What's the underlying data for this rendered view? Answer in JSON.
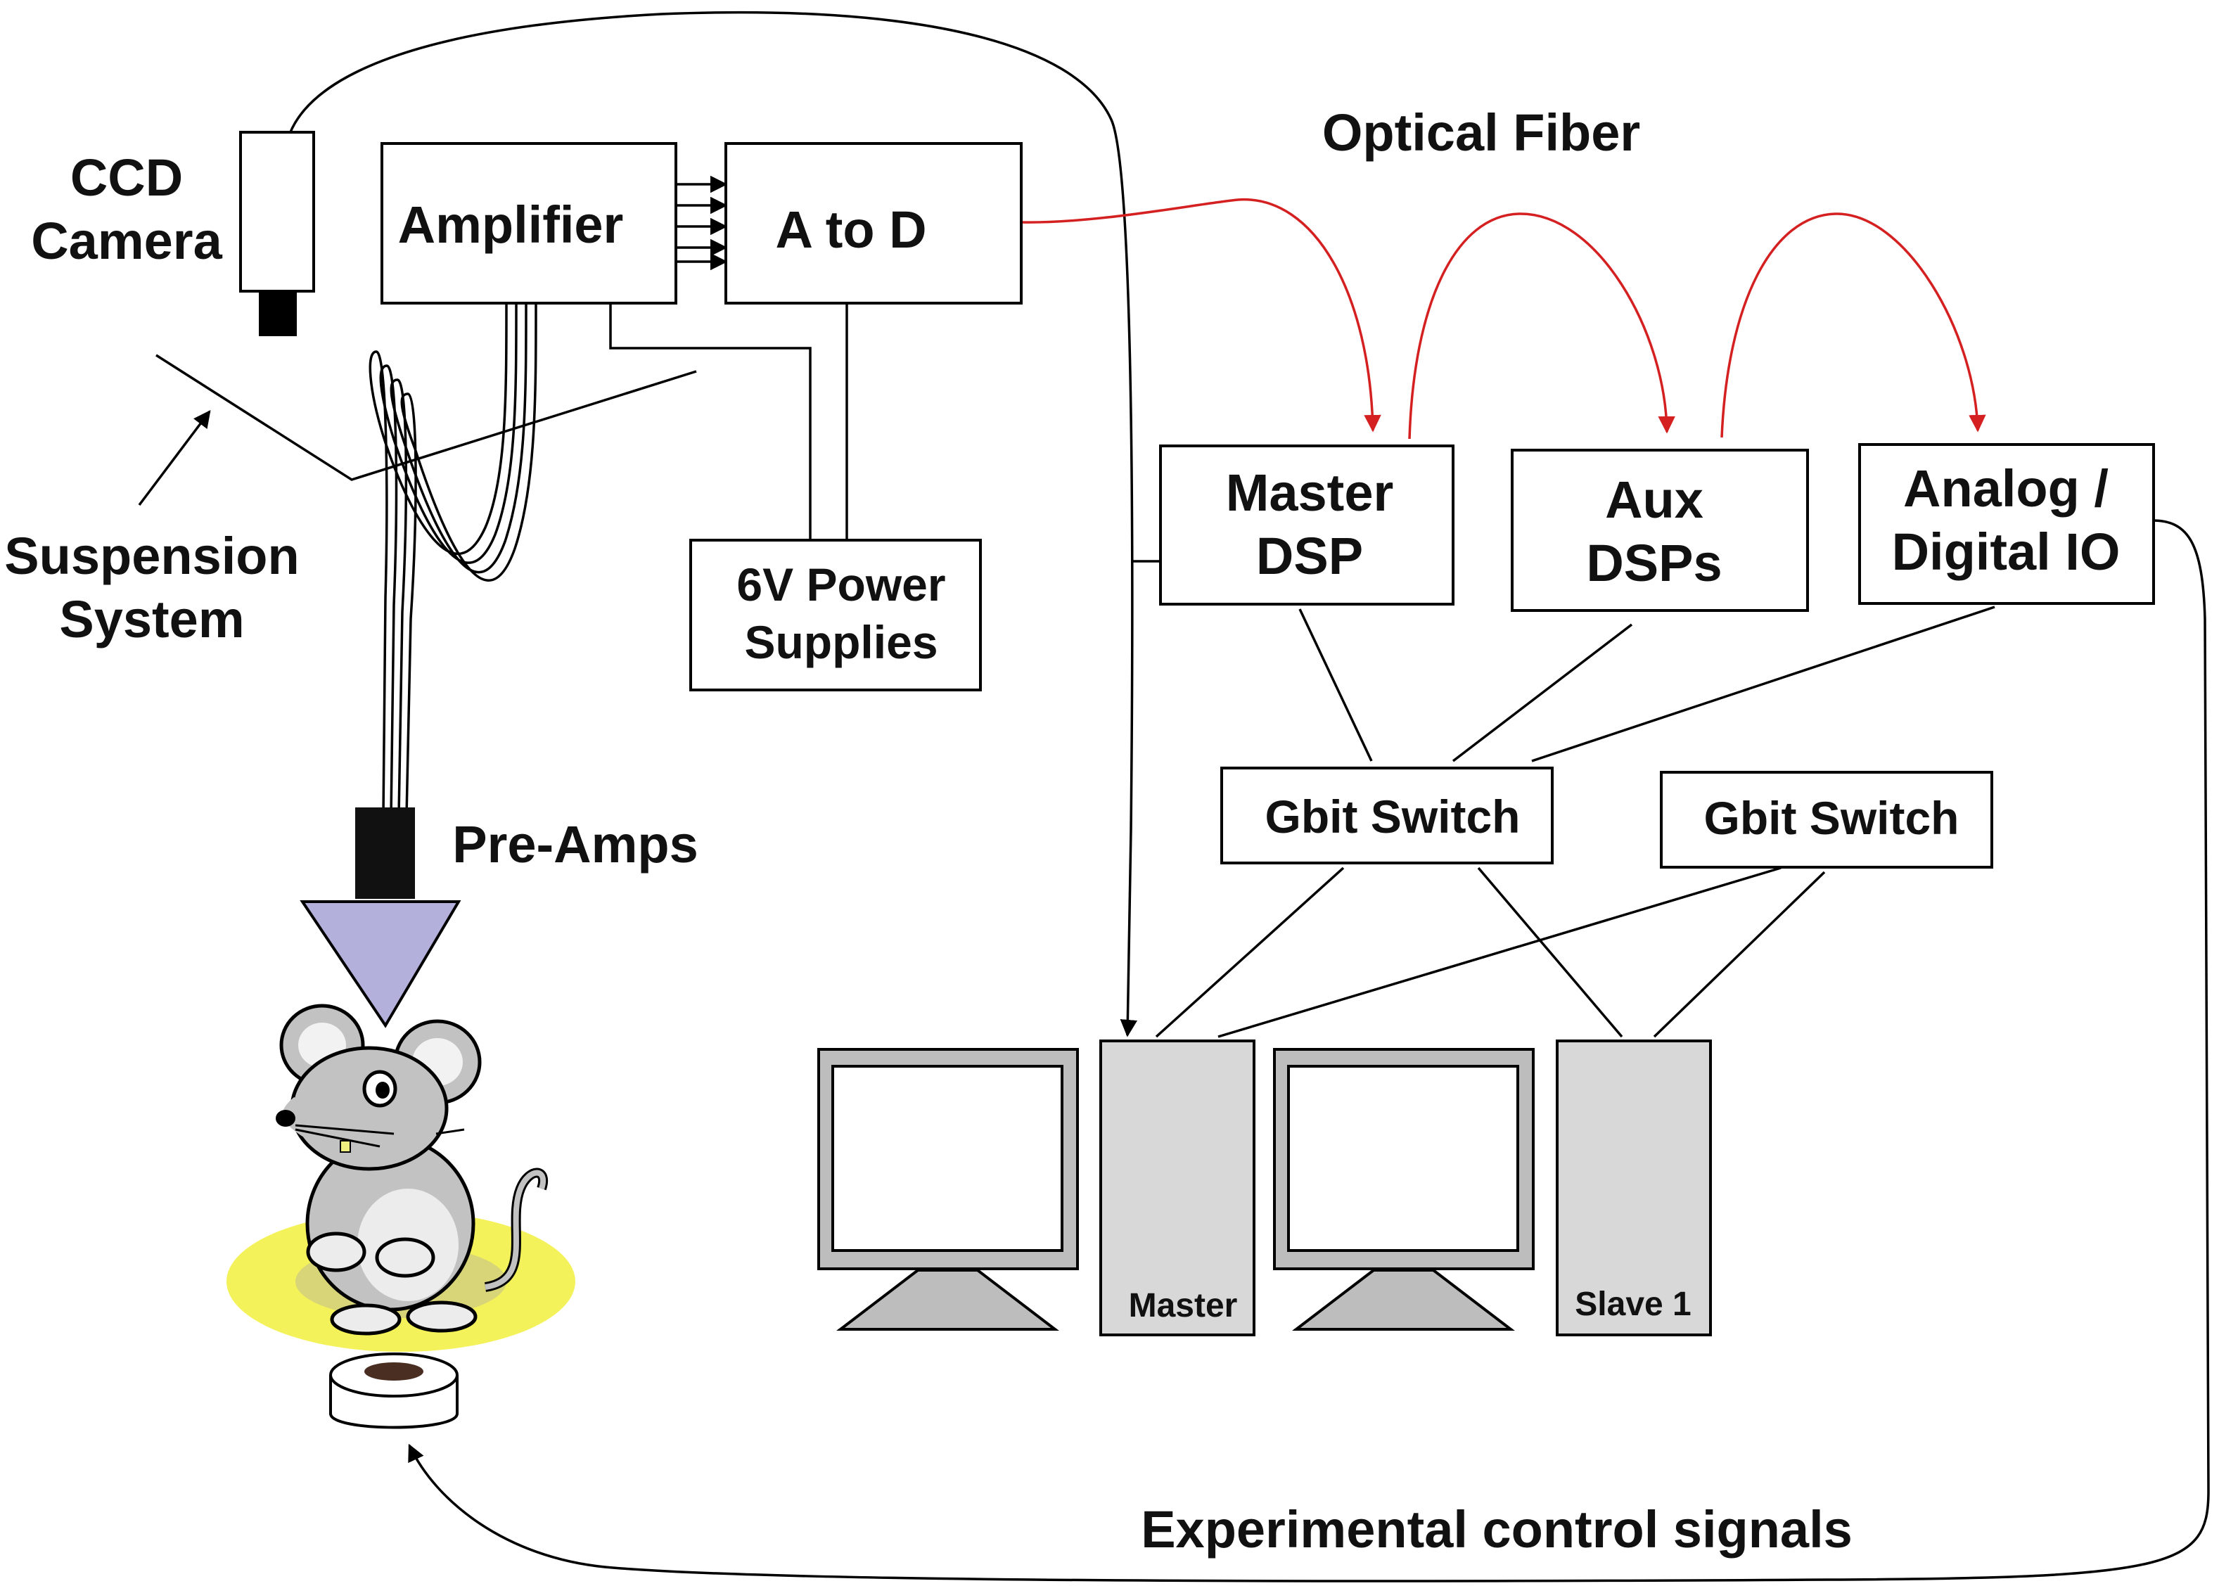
{
  "labels": {
    "ccd_camera_line1": "CCD",
    "ccd_camera_line2": "Camera",
    "amplifier": "Amplifier",
    "a_to_d": "A to D",
    "optical_fiber": "Optical Fiber",
    "suspension_line1": "Suspension",
    "suspension_line2": "System",
    "power_line1": "6V Power",
    "power_line2": "Supplies",
    "master_dsp_line1": "Master",
    "master_dsp_line2": "DSP",
    "aux_dsps_line1": "Aux",
    "aux_dsps_line2": "DSPs",
    "analog_io_line1": "Analog /",
    "analog_io_line2": "Digital IO",
    "gbit_switch_1": "Gbit Switch",
    "gbit_switch_2": "Gbit Switch",
    "pre_amps": "Pre-Amps",
    "master_pc": "Master",
    "slave_pc": "Slave 1",
    "experimental_control": "Experimental control signals"
  },
  "colors": {
    "fiber": "#d42020",
    "pre_amp_cone": "#b4b0dc",
    "platform": "#f4f25a",
    "tower": "#d8d8d8",
    "monitor": "#bdbdbd",
    "mouse": "#c2c2c2"
  }
}
